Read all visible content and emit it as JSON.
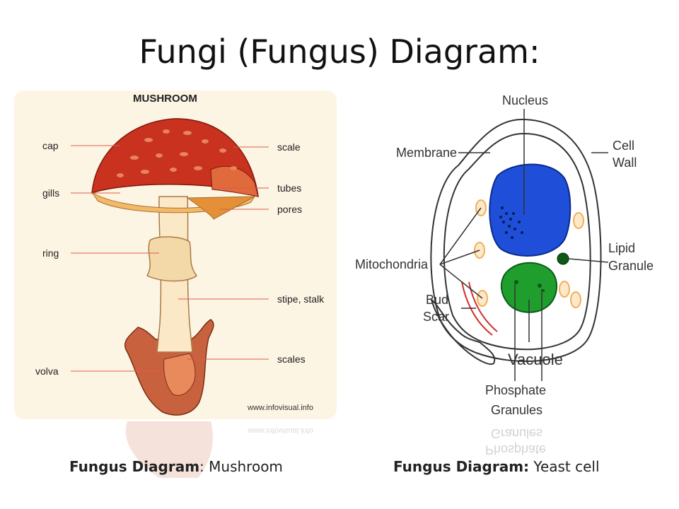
{
  "title": "Fungi (Fungus) Diagram:",
  "mushroom": {
    "heading": "MUSHROOM",
    "labels": {
      "cap": "cap",
      "gills": "gills",
      "ring": "ring",
      "volva": "volva",
      "scale": "scale",
      "tubes": "tubes",
      "pores": "pores",
      "stipe": "stipe, stalk",
      "scales": "scales"
    },
    "watermark": "www.infovisual.info"
  },
  "yeast": {
    "labels": {
      "nucleus": "Nucleus",
      "membrane": "Membrane",
      "cell_wall_1": "Cell",
      "cell_wall_2": "Wall",
      "mitochondria": "Mitochondria",
      "lipid_1": "Lipid",
      "lipid_2": "Granule",
      "bud_1": "Bud",
      "bud_2": "Scar",
      "vacuole": "Vacuole",
      "phosphate_1": "Phosphate",
      "phosphate_2": "Granules"
    }
  },
  "captions": {
    "left_bold": "Fungus Diagram",
    "left_rest": ": Mushroom",
    "right_bold": "Fungus Diagram:",
    "right_rest": " Yeast cell"
  },
  "colors": {
    "cap": "#c8321e",
    "cap_spots": "#e06a3c",
    "gills": "#f4b968",
    "stalk": "#fbe8c6",
    "volva": "#c8623e",
    "label_lines": "#e05a4a",
    "nucleus": "#1f4fd8",
    "vacuole": "#1f9e2e",
    "lipid": "#0e5a14",
    "mitochondria": "#f0b060"
  }
}
